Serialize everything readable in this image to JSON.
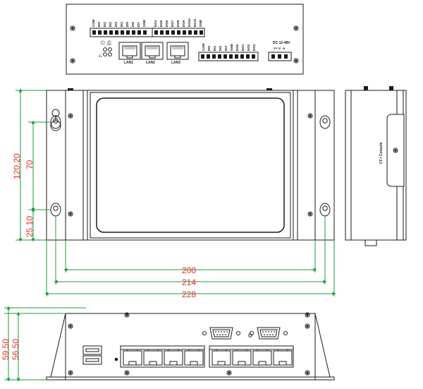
{
  "colors": {
    "line": "#1a1a1a",
    "dimension_line": "#1a9b3a",
    "dimension_text": "#e0312a",
    "panel_fill": "#ffffff",
    "screen_fill": "#ffffff"
  },
  "top_view": {
    "dio_block_a_labels": [
      "COM",
      "DI0",
      "DI1",
      "DI2",
      "DI3",
      "DI4",
      "DI5",
      "DI6",
      "DI7",
      "GND"
    ],
    "dio_block_b_labels": [
      "DO4",
      "DO5",
      "DO6",
      "DO7",
      "DO8",
      "DO9",
      "DO10",
      "DO11",
      "GND"
    ],
    "dio_block_c_labels": [
      "COM",
      "DI0",
      "DI1",
      "DI2",
      "DI3",
      "GND",
      "DO0",
      "DO1",
      "DO2",
      "DO3"
    ],
    "lan_labels": [
      "LAN1",
      "LAN2",
      "LAN3"
    ],
    "power_label": "DC 12-48V",
    "power_pins_label": "V+ V- ⏚"
  },
  "side_view": {
    "slot_label": "CF / Console"
  },
  "dimensions": {
    "width_200": "200",
    "width_214": "214",
    "width_228": "228",
    "height_120": "120.20",
    "height_70": "70",
    "height_25": "25.10",
    "depth_59": "59.50",
    "depth_56": "56.50"
  }
}
